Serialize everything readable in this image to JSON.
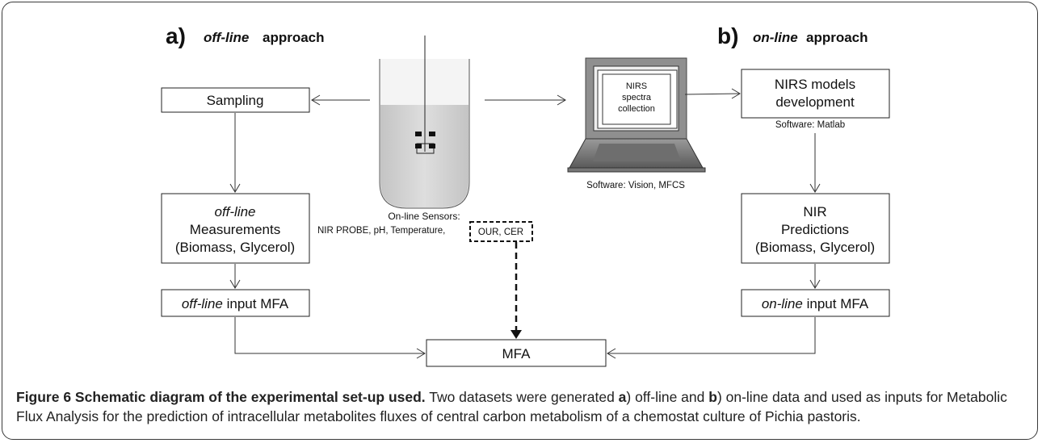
{
  "diagram": {
    "headings": {
      "a_letter": "a)",
      "a_italic": "off-line",
      "a_rest": "approach",
      "b_letter": "b)",
      "b_italic": "on-line",
      "b_rest": "approach"
    },
    "sampling": "Sampling",
    "offline_meas": {
      "line1": "off-line",
      "line2": "Measurements",
      "line3": "(Biomass, Glycerol)"
    },
    "offline_input": {
      "italic": "off-line",
      "rest": "input MFA"
    },
    "mfa": "MFA",
    "sensors": {
      "title": "On-line Sensors:",
      "list": "NIR PROBE,   pH, Temperature,",
      "boxed": "OUR, CER"
    },
    "laptop": {
      "screen_line1": "NIRS",
      "screen_line2": "spectra",
      "screen_line3": "collection",
      "software": "Software: Vision, MFCS"
    },
    "nirs_models": {
      "line1": "NIRS models",
      "line2": "development",
      "software": "Software: Matlab"
    },
    "nir_pred": {
      "line1": "NIR",
      "line2": "Predictions",
      "line3": "(Biomass, Glycerol)"
    },
    "online_input": {
      "italic": "on-line",
      "rest": "input MFA"
    }
  },
  "caption": {
    "bold": "Figure 6 Schematic diagram of the experimental set-up used.",
    "t1": " Two datasets were generated ",
    "a": "a",
    "t2": ") off-line and ",
    "b": "b",
    "t3": ") on-line data and used as inputs for Metabolic Flux Analysis for the prediction of intracellular metabolites fluxes of central carbon metabolism of a chemostat culture of Pichia pastoris."
  }
}
